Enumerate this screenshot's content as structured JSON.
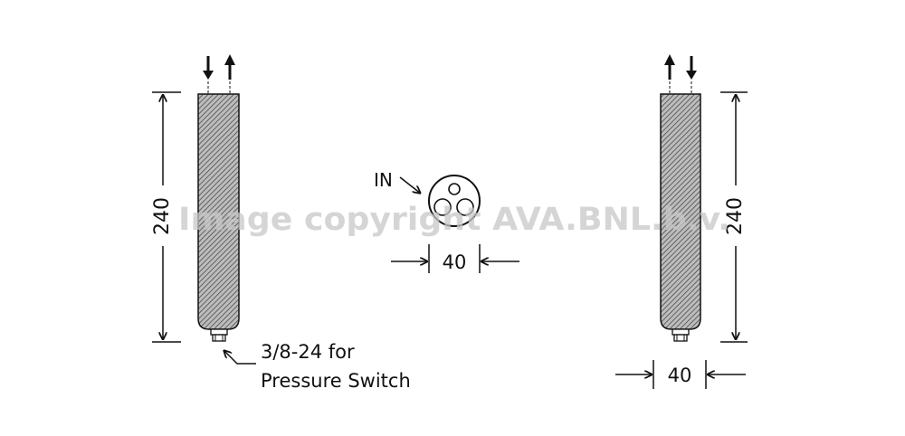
{
  "drawing": {
    "dimension_height_left": "240",
    "dimension_height_right": "240",
    "dimension_diameter_top": "40",
    "dimension_diameter_bottom": "40",
    "inlet_label": "IN",
    "fitting_note_line1": "3/8-24 for",
    "fitting_note_line2": "Pressure Switch"
  },
  "watermark": "Image copyright AVA.BNL.b.v."
}
